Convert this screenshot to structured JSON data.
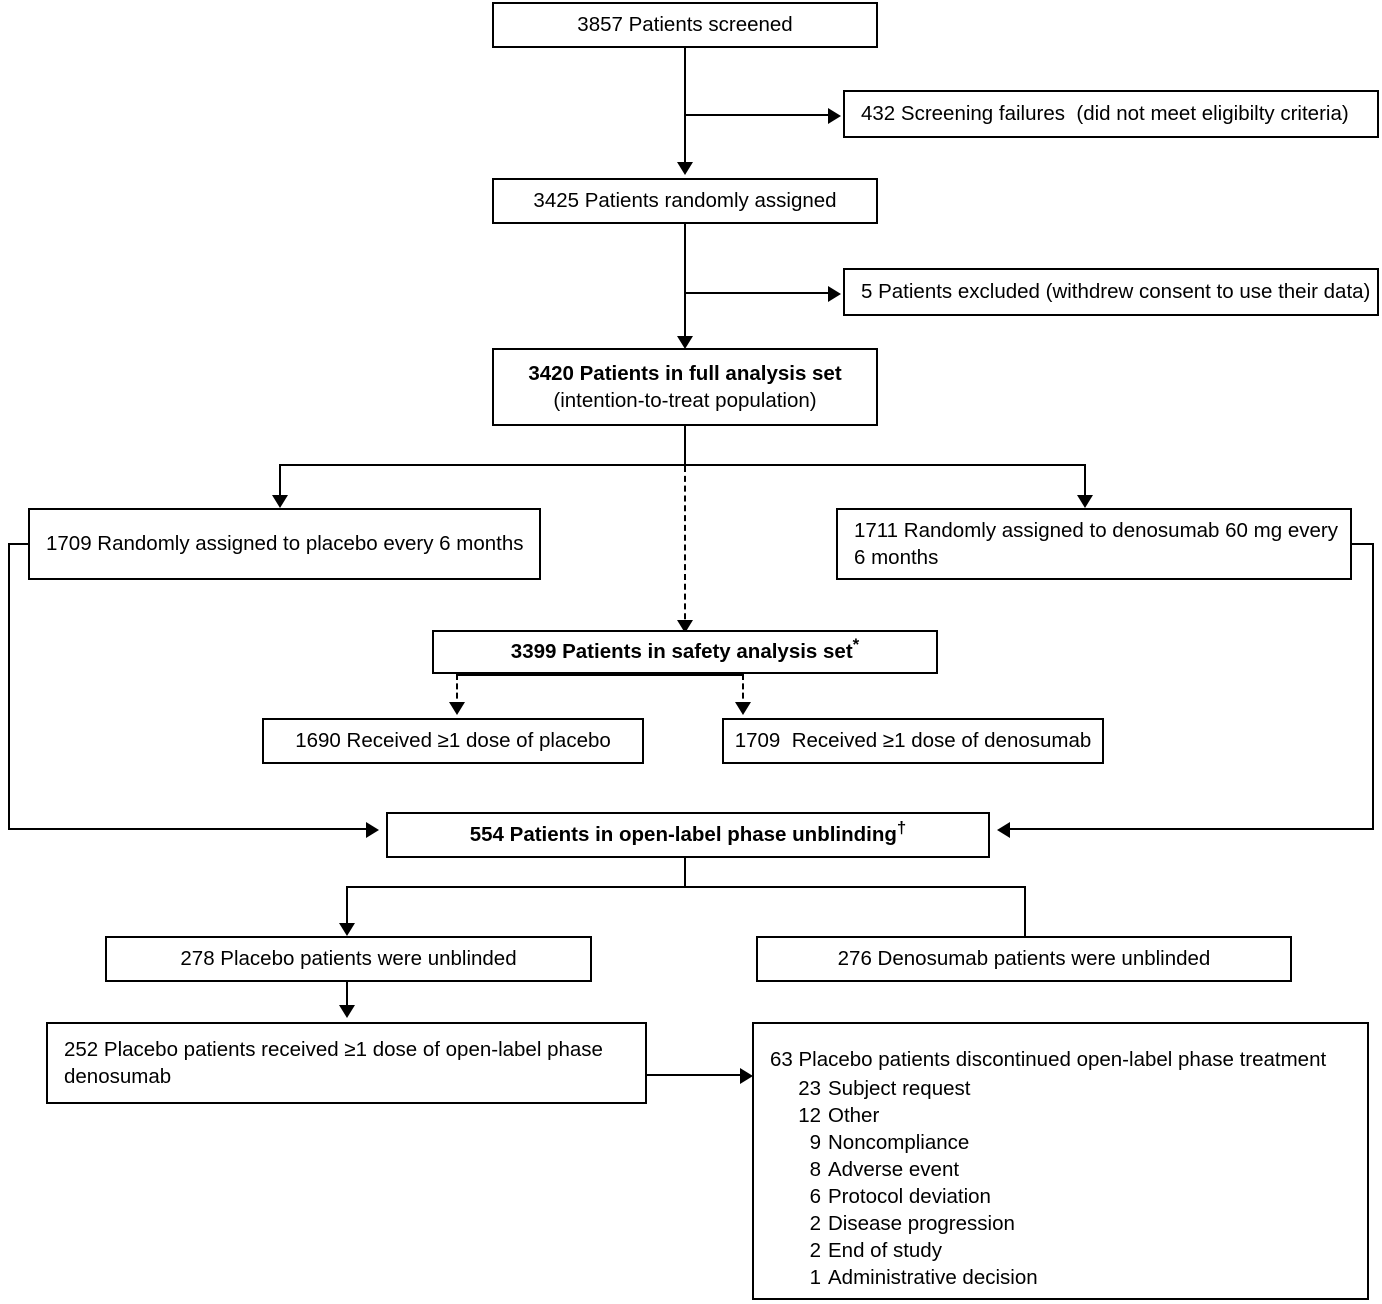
{
  "figure": {
    "type": "flow-diagram",
    "title": "Screening, Randomization, and Treatment Flow Diagram",
    "nodes": {
      "screened": {
        "text": "3857 Patients screened"
      },
      "screen_failures": {
        "text": "432 Screening failures  (did not meet eligibilty criteria)"
      },
      "randomized": {
        "text": "3425 Patients randomly assigned"
      },
      "excluded": {
        "text": "5 Patients excluded (withdrew consent to use their data)"
      },
      "full_analysis": {
        "line1": "3420 Patients in full analysis set",
        "line2": "(intention-to-treat population)"
      },
      "placebo_assigned": {
        "text": "1709 Randomly assigned to placebo every 6 months"
      },
      "denosumab_assigned": {
        "line1": "1711 Randomly assigned to denosumab 60 mg every",
        "line2": "6 months"
      },
      "safety_analysis": {
        "text": "3399 Patients in safety analysis set",
        "footnote_marker": "*"
      },
      "placebo_dose": {
        "text": "1690 Received ≥1 dose of placebo"
      },
      "denosumab_dose": {
        "text": "1709  Received ≥1 dose of denosumab"
      },
      "unblinding": {
        "text": "554 Patients in open-label phase unblinding",
        "footnote_marker": "†"
      },
      "placebo_unblinded": {
        "text": "278 Placebo patients were unblinded"
      },
      "denosumab_unblinded": {
        "text": "276 Denosumab patients were unblinded"
      },
      "placebo_received_ol": {
        "line1": "252 Placebo patients received ≥1 dose of open-label phase",
        "line2": "denosumab"
      },
      "discontinued": {
        "heading": "63 Placebo patients discontinued open-label phase treatment",
        "reasons": [
          {
            "count": "23",
            "label": "Subject request"
          },
          {
            "count": "12",
            "label": "Other"
          },
          {
            "count": "9",
            "label": "Noncompliance"
          },
          {
            "count": "8",
            "label": "Adverse event"
          },
          {
            "count": "6",
            "label": "Protocol deviation"
          },
          {
            "count": "2",
            "label": "Disease progression"
          },
          {
            "count": "2",
            "label": "End of study"
          },
          {
            "count": "1",
            "label": "Administrative decision"
          }
        ]
      }
    },
    "colors": {
      "stroke": "#000000",
      "fill": "#ffffff",
      "text": "#000000"
    }
  },
  "chart_data": {
    "type": "diagram",
    "title": "CONSORT-style patient flow",
    "stages": [
      {
        "label": "Patients screened",
        "value": 3857
      },
      {
        "label": "Screening failures (did not meet eligibilty criteria)",
        "value": 432
      },
      {
        "label": "Patients randomly assigned",
        "value": 3425
      },
      {
        "label": "Patients excluded (withdrew consent to use their data)",
        "value": 5
      },
      {
        "label": "Patients in full analysis set (intention-to-treat population)",
        "value": 3420
      },
      {
        "label": "Randomly assigned to placebo every 6 months",
        "value": 1709
      },
      {
        "label": "Randomly assigned to denosumab 60 mg every 6 months",
        "value": 1711
      },
      {
        "label": "Patients in safety analysis set",
        "value": 3399
      },
      {
        "label": "Received ≥1 dose of placebo",
        "value": 1690
      },
      {
        "label": "Received ≥1 dose of denosumab",
        "value": 1709
      },
      {
        "label": "Patients in open-label phase unblinding",
        "value": 554
      },
      {
        "label": "Placebo patients were unblinded",
        "value": 278
      },
      {
        "label": "Denosumab patients were unblinded",
        "value": 276
      },
      {
        "label": "Placebo patients received ≥1 dose of open-label phase denosumab",
        "value": 252
      },
      {
        "label": "Placebo patients discontinued open-label phase treatment",
        "value": 63
      }
    ],
    "discontinuation_reasons": {
      "categories": [
        "Subject request",
        "Other",
        "Noncompliance",
        "Adverse event",
        "Protocol deviation",
        "Disease progression",
        "End of study",
        "Administrative decision"
      ],
      "values": [
        23,
        12,
        9,
        8,
        6,
        2,
        2,
        1
      ]
    }
  }
}
